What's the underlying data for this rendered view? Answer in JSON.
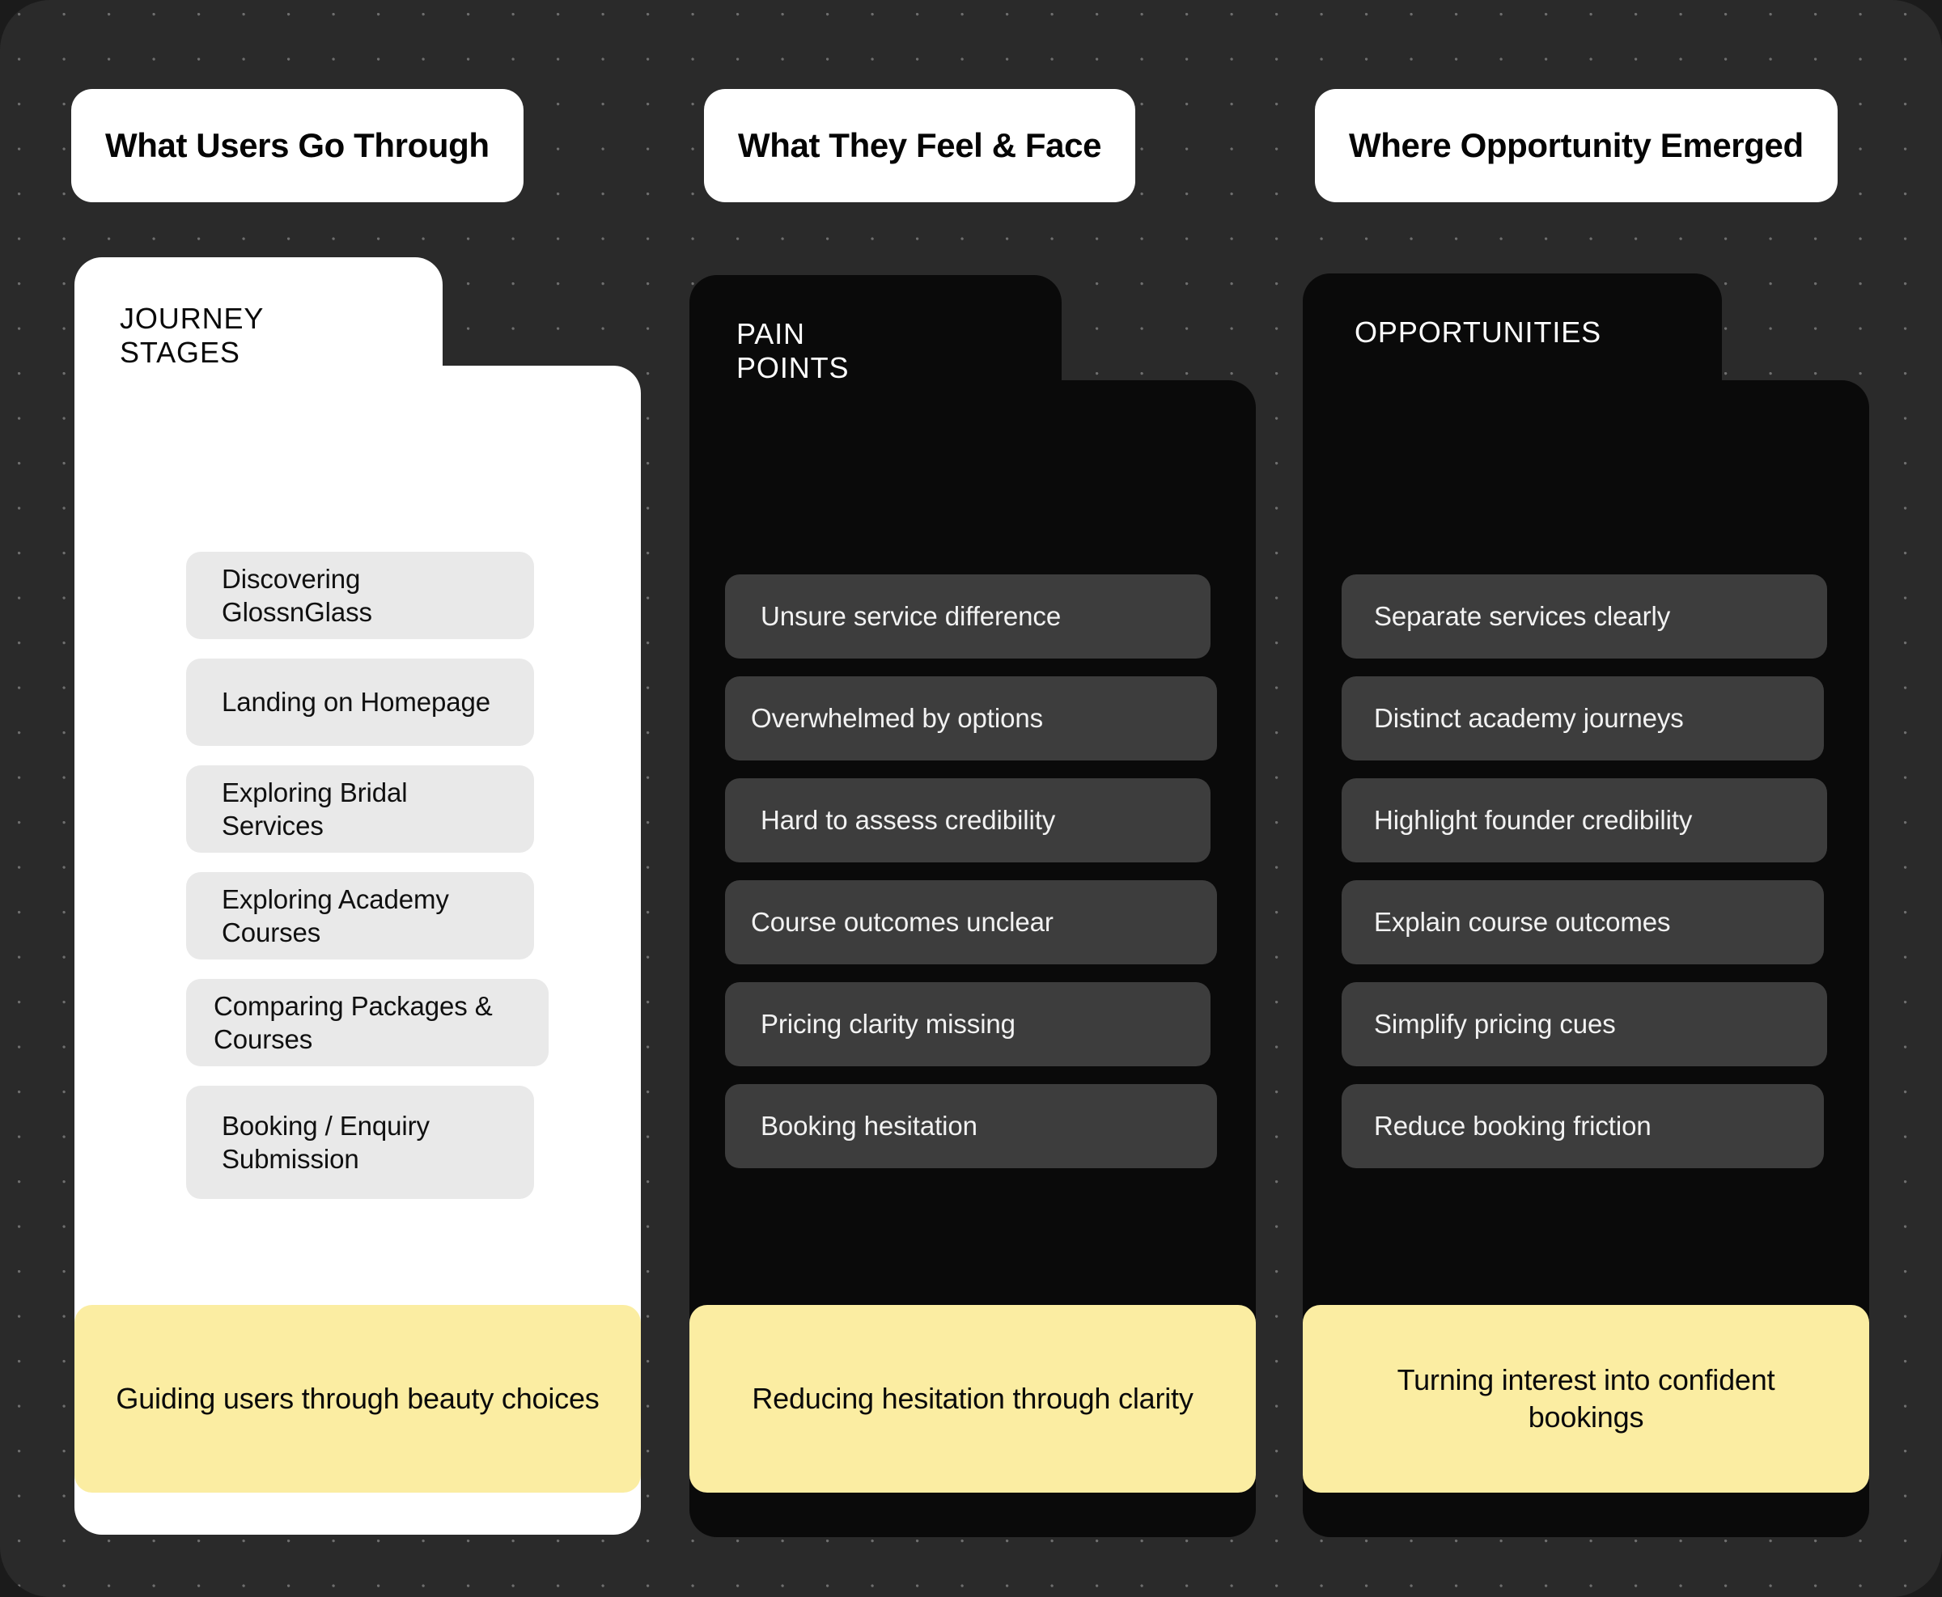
{
  "theme": {
    "canvas_bg": "#2a2a2a",
    "dot_color": "#6e6e6e",
    "panel_light_bg": "#ffffff",
    "panel_dark_bg": "#0a0a0a",
    "chip_light_bg": "#e9e9e9",
    "chip_dark_bg": "#3d3d3d",
    "accent_yellow": "#fbeda2"
  },
  "columns": [
    {
      "header_pill": "What Users Go Through",
      "panel_title": "JOURNEY STAGES",
      "items": [
        "Discovering GlossnGlass",
        "Landing on Homepage",
        "Exploring Bridal Services",
        "Exploring  Academy Courses",
        "Comparing Packages & Courses",
        "Booking / Enquiry Submission"
      ],
      "footer_banner": "Guiding users through beauty choices"
    },
    {
      "header_pill": "What They Feel & Face",
      "panel_title": "PAIN POINTS",
      "items": [
        "Unsure service difference",
        "Overwhelmed by options",
        "Hard to assess credibility",
        "Course outcomes unclear",
        "Pricing clarity missing",
        "Booking hesitation"
      ],
      "footer_banner": "Reducing hesitation through clarity"
    },
    {
      "header_pill": "Where Opportunity Emerged",
      "panel_title": "OPPORTUNITIES",
      "items": [
        "Separate services clearly",
        "Distinct academy journeys",
        "Highlight founder credibility",
        "Explain course outcomes",
        "Simplify pricing cues",
        "Reduce booking friction"
      ],
      "footer_banner": "Turning interest into confident bookings"
    }
  ]
}
